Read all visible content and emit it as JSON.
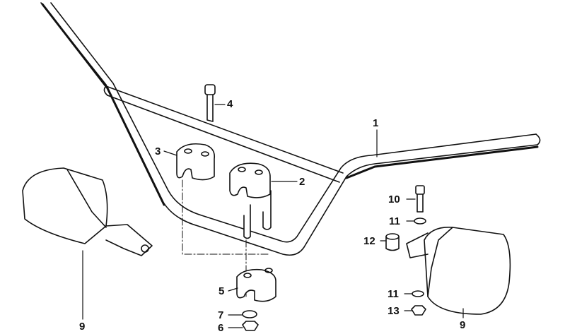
{
  "diagram": {
    "callouts": [
      {
        "id": "c1",
        "text": "1"
      },
      {
        "id": "c2",
        "text": "2"
      },
      {
        "id": "c3",
        "text": "3"
      },
      {
        "id": "c4",
        "text": "4"
      },
      {
        "id": "c5",
        "text": "5"
      },
      {
        "id": "c6",
        "text": "6"
      },
      {
        "id": "c7",
        "text": "7"
      },
      {
        "id": "c9a",
        "text": "9"
      },
      {
        "id": "c9b",
        "text": "9"
      },
      {
        "id": "c10",
        "text": "10"
      },
      {
        "id": "c11a",
        "text": "11"
      },
      {
        "id": "c11b",
        "text": "11"
      },
      {
        "id": "c12",
        "text": "12"
      },
      {
        "id": "c13",
        "text": "13"
      }
    ]
  }
}
